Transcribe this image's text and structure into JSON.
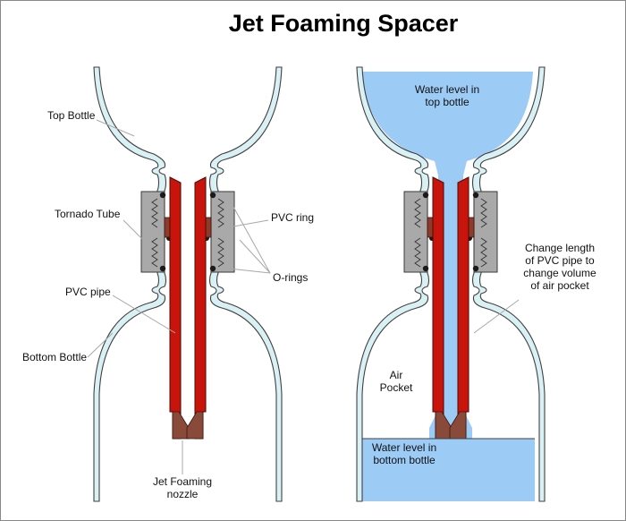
{
  "title": "Jet Foaming Spacer",
  "left_diagram": {
    "labels": {
      "top_bottle": "Top Bottle",
      "tornado_tube": "Tornado Tube",
      "pvc_pipe": "PVC pipe",
      "bottom_bottle": "Bottom Bottle",
      "pvc_ring": "PVC ring",
      "o_rings": "O-rings",
      "nozzle_line1": "Jet Foaming",
      "nozzle_line2": "nozzle"
    }
  },
  "right_diagram": {
    "labels": {
      "water_top_line1": "Water level in",
      "water_top_line2": "top bottle",
      "change_line1": "Change length",
      "change_line2": "of PVC pipe to",
      "change_line3": "change volume",
      "change_line4": "of air pocket",
      "air_line1": "Air",
      "air_line2": "Pocket",
      "water_bottom_line1": "Water level in",
      "water_bottom_line2": "bottom bottle"
    }
  },
  "colors": {
    "bottle_glass": "#d9f1f5",
    "pvc_pipe": "#c8140a",
    "tornado_tube": "#a9a9a9",
    "water": "#9ccbf6",
    "o_ring": "#1a1a1a"
  }
}
